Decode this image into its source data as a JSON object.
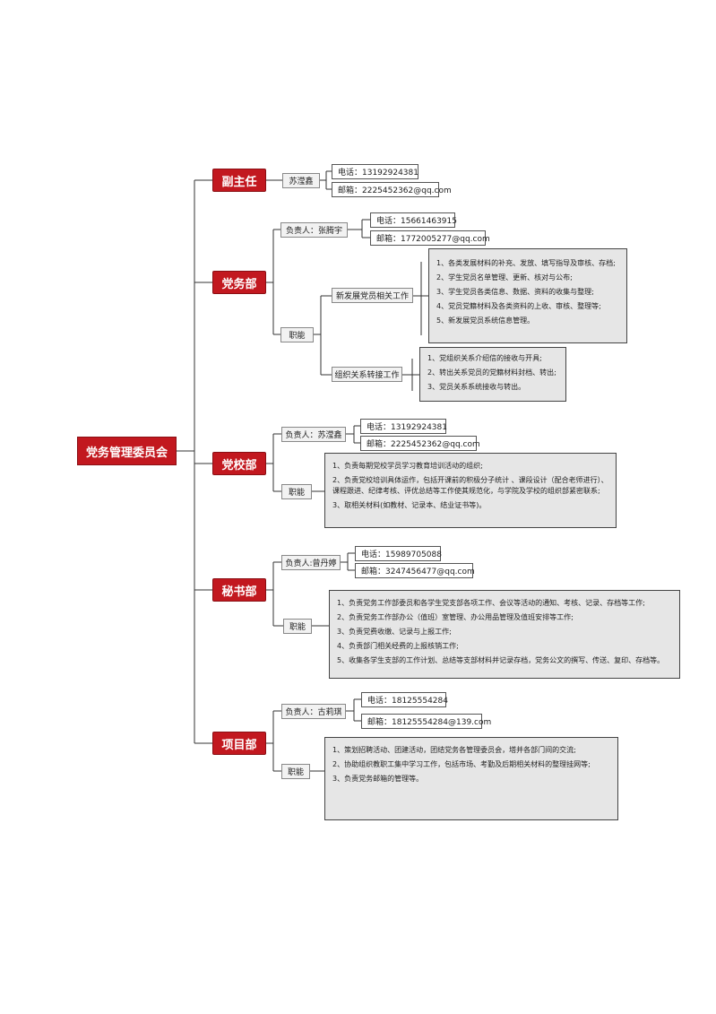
{
  "root": {
    "title": "党务管理委员会"
  },
  "vice": {
    "title": "副主任",
    "person": "苏滢鑫",
    "phone": "电话：13192924381",
    "email": "邮箱：2225452362@qq.com"
  },
  "party": {
    "title": "党务部",
    "person": "负责人：张腾宇",
    "phone": "电话：15661463915",
    "email": "邮箱：1772005277@qq.com",
    "duties_label": "职能",
    "sub1": {
      "title": "新发展党员相关工作",
      "items": [
        "1、各类发展材料的补充、发放、填写指导及审核、存档;",
        "2、学生党员名单管理、更新、核对与公布;",
        "3、学生党员各类信息、数据、资料的收集与整理;",
        "4、党员党籍材料及各类资料的上收、审核、整理等;",
        "5、新发展党员系统信息管理。"
      ]
    },
    "sub2": {
      "title": "组织关系转接工作",
      "items": [
        "1、党组织关系介绍信的接收与开具;",
        "2、转出关系党员的党籍材料封档、转出;",
        "3、党员关系系统接收与转出。"
      ]
    }
  },
  "school": {
    "title": "党校部",
    "person": "负责人：苏滢鑫",
    "phone": "电话：13192924381",
    "email": "邮箱：2225452362@qq.com",
    "duties_label": "职能",
    "items": [
      "1、负责每期党校学员学习教育培训活动的组织;",
      "2、负责党校培训具体运作，包括开课前的积极分子统计 、课段设计（配合老师进行）、课程跟进、纪律考核、评优总结等工作使其规范化，与学院及学校的组织部紧密联系;",
      "3、取相关材料(如教材、记录本、结业证书等)。"
    ]
  },
  "secretary": {
    "title": "秘书部",
    "person": "负责人:曾丹婷",
    "phone": "电话：15989705088",
    "email": "邮箱：3247456477@qq.com",
    "duties_label": "职能",
    "items": [
      "1、负责党务工作部委员和各学生党支部各项工作、会议等活动的通知、考核、记录、存档等工作;",
      "2、负责党务工作部办公（值班）室管理、办公用品管理及值班安排等工作;",
      "3、负责党费收缴、记录与上报工作;",
      "4、负责部门相关经费的上报核销工作;",
      "5、收集各学生支部的工作计划、总结等支部材料并记录存档，党务公文的撰写、传送、复印、存档等。"
    ]
  },
  "project": {
    "title": "项目部",
    "person": "负责人：古莉琪",
    "phone": "电话：18125554284",
    "email": "邮箱：18125554284@139.com",
    "duties_label": "职能",
    "items": [
      "1、策划招聘活动、团建活动，团结党务各管理委员会，塔并各部门间的交流;",
      "2、协助组织教职工集中学习工作，包括市场、考勤及后期相关材料的整理挂网等;",
      "3、负责党务邮箱的管理等。"
    ]
  },
  "colors": {
    "accent": "#c2181f",
    "box_fill": "#e6e6e6",
    "line": "#333333"
  }
}
